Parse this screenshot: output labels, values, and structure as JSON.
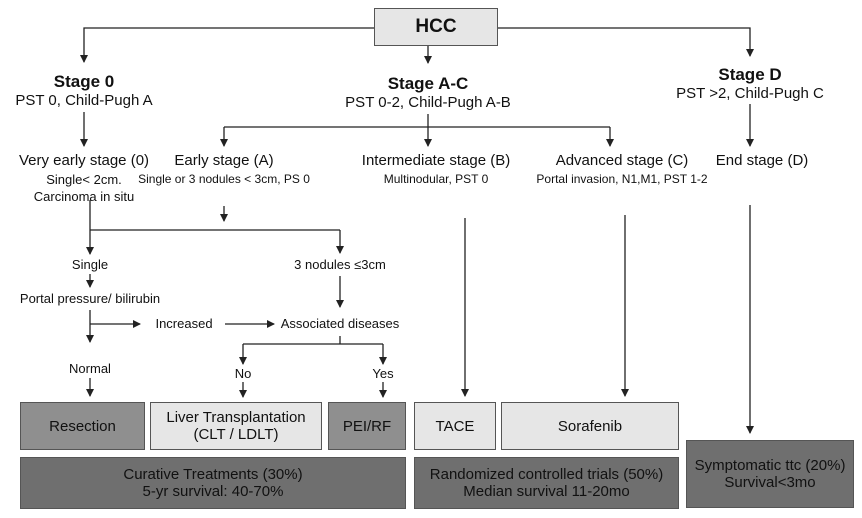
{
  "root": "HCC",
  "stage0": {
    "title": "Stage 0",
    "sub": "PST 0, Child-Pugh A"
  },
  "stageAC": {
    "title": "Stage A-C",
    "sub": "PST 0-2, Child-Pugh A-B"
  },
  "stageD": {
    "title": "Stage D",
    "sub": "PST >2, Child-Pugh C"
  },
  "very_early": {
    "title": "Very early stage (0)",
    "line1": "Single< 2cm.",
    "line2": "Carcinoma in situ"
  },
  "early": {
    "title": "Early stage (A)",
    "line1": "Single or 3 nodules < 3cm, PS 0"
  },
  "intermediate": {
    "title": "Intermediate stage (B)",
    "line1": "Multinodular, PST 0"
  },
  "advanced": {
    "title": "Advanced stage (C)",
    "line1": "Portal invasion, N1,M1, PST 1-2"
  },
  "end_stage": {
    "title": "End stage (D)"
  },
  "single": "Single",
  "three_nodules": "3 nodules ≤3cm",
  "portal": "Portal pressure/ bilirubin",
  "increased": "Increased",
  "associated": "Associated diseases",
  "normal": "Normal",
  "no": "No",
  "yes": "Yes",
  "treatments": {
    "resection": "Resection",
    "liver_tx_1": "Liver Transplantation",
    "liver_tx_2": "(CLT / LDLT)",
    "pei": "PEI/RF",
    "tace": "TACE",
    "sorafenib": "Sorafenib"
  },
  "outcomes": {
    "curative_1": "Curative Treatments (30%)",
    "curative_2": "5-yr survival: 40-70%",
    "rct_1": "Randomized controlled trials (50%)",
    "rct_2": "Median survival 11-20mo",
    "symp_1": "Symptomatic ttc (20%)",
    "symp_2": "Survival<3mo"
  },
  "colors": {
    "light_box": "#e6e6e6",
    "mid_box": "#8f8f8f",
    "dark_box": "#6f6f6f"
  }
}
